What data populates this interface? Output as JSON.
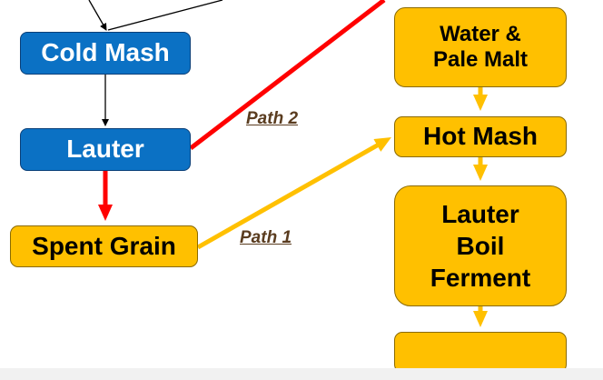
{
  "nodes": {
    "cold_mash": "Cold Mash",
    "lauter": "Lauter",
    "spent_grain": "Spent Grain",
    "water_pale_malt": [
      "Water &",
      "Pale Malt"
    ],
    "hot_mash": "Hot Mash",
    "lauter_boil_ferment": [
      "Lauter",
      "Boil",
      "Ferment"
    ],
    "final_output": ""
  },
  "paths": {
    "path_1": "Path 1",
    "path_2": "Path 2"
  },
  "colors": {
    "blue_box": "#0b71c4",
    "gold_box": "#ffc000",
    "path_2_line": "#ff0000",
    "path_1_line": "#ffc000",
    "flow_arrow": "#ffc000",
    "thin_connector": "#000000",
    "path_label": "#5a3c1f"
  }
}
